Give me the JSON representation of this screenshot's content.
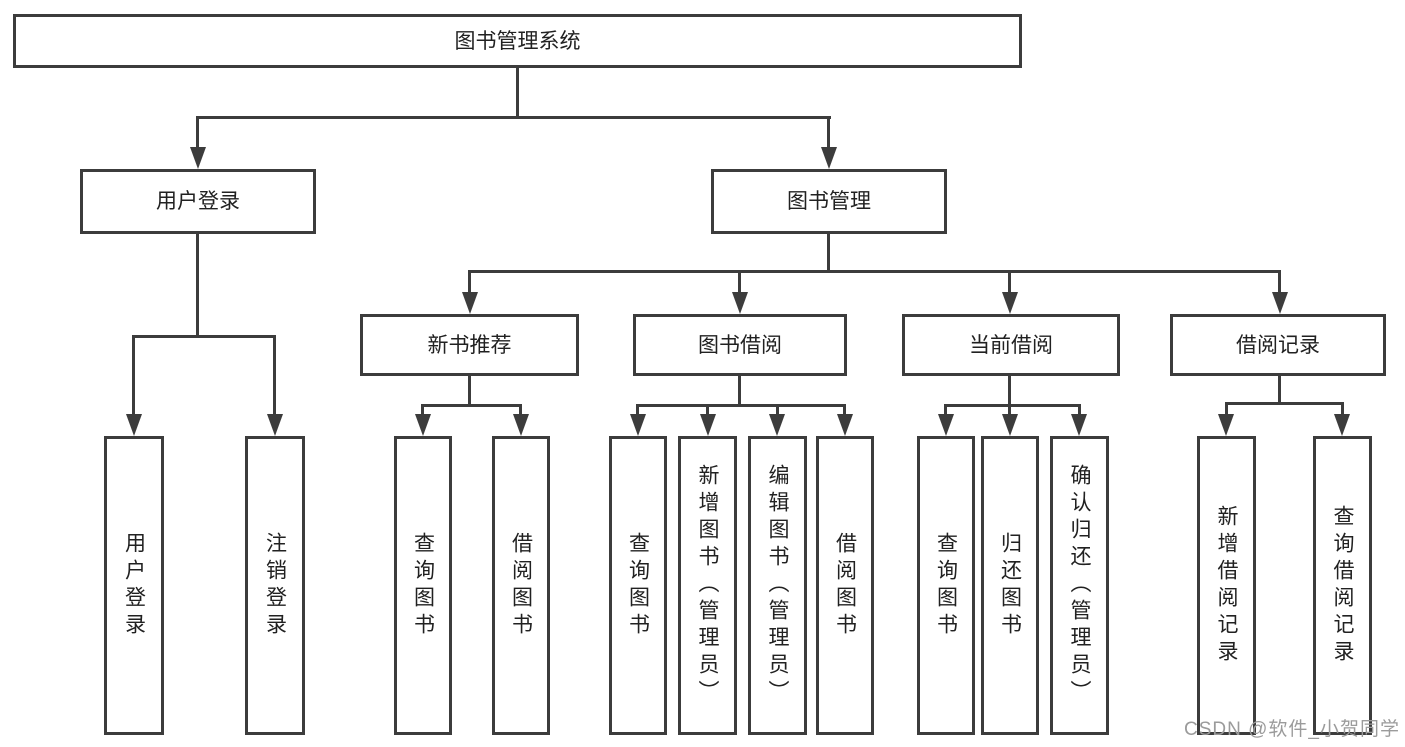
{
  "diagram": {
    "type": "org-chart",
    "root": {
      "label": "图书管理系统"
    },
    "level2": [
      {
        "label": "用户登录",
        "parent": "图书管理系统"
      },
      {
        "label": "图书管理",
        "parent": "图书管理系统"
      }
    ],
    "level3": [
      {
        "label": "新书推荐",
        "parent": "图书管理"
      },
      {
        "label": "图书借阅",
        "parent": "图书管理"
      },
      {
        "label": "当前借阅",
        "parent": "图书管理"
      },
      {
        "label": "借阅记录",
        "parent": "图书管理"
      }
    ],
    "leaves": [
      {
        "label": "用户登录",
        "parent": "用户登录"
      },
      {
        "label": "注销登录",
        "parent": "用户登录"
      },
      {
        "label": "查询图书",
        "parent": "新书推荐"
      },
      {
        "label": "借阅图书",
        "parent": "新书推荐"
      },
      {
        "label": "查询图书",
        "parent": "图书借阅"
      },
      {
        "label": "新增图书（管理员）",
        "parent": "图书借阅"
      },
      {
        "label": "编辑图书（管理员）",
        "parent": "图书借阅"
      },
      {
        "label": "借阅图书",
        "parent": "图书借阅"
      },
      {
        "label": "查询图书",
        "parent": "当前借阅"
      },
      {
        "label": "归还图书",
        "parent": "当前借阅"
      },
      {
        "label": "确认归还（管理员）",
        "parent": "当前借阅"
      },
      {
        "label": "新增借阅记录",
        "parent": "借阅记录"
      },
      {
        "label": "查询借阅记录",
        "parent": "借阅记录"
      }
    ]
  },
  "watermark": {
    "text": "CSDN @软件_小贺同学"
  },
  "colors": {
    "line": "#3c3c3c",
    "text": "#212121",
    "watermark": "#9b9b9b",
    "background": "#ffffff"
  }
}
